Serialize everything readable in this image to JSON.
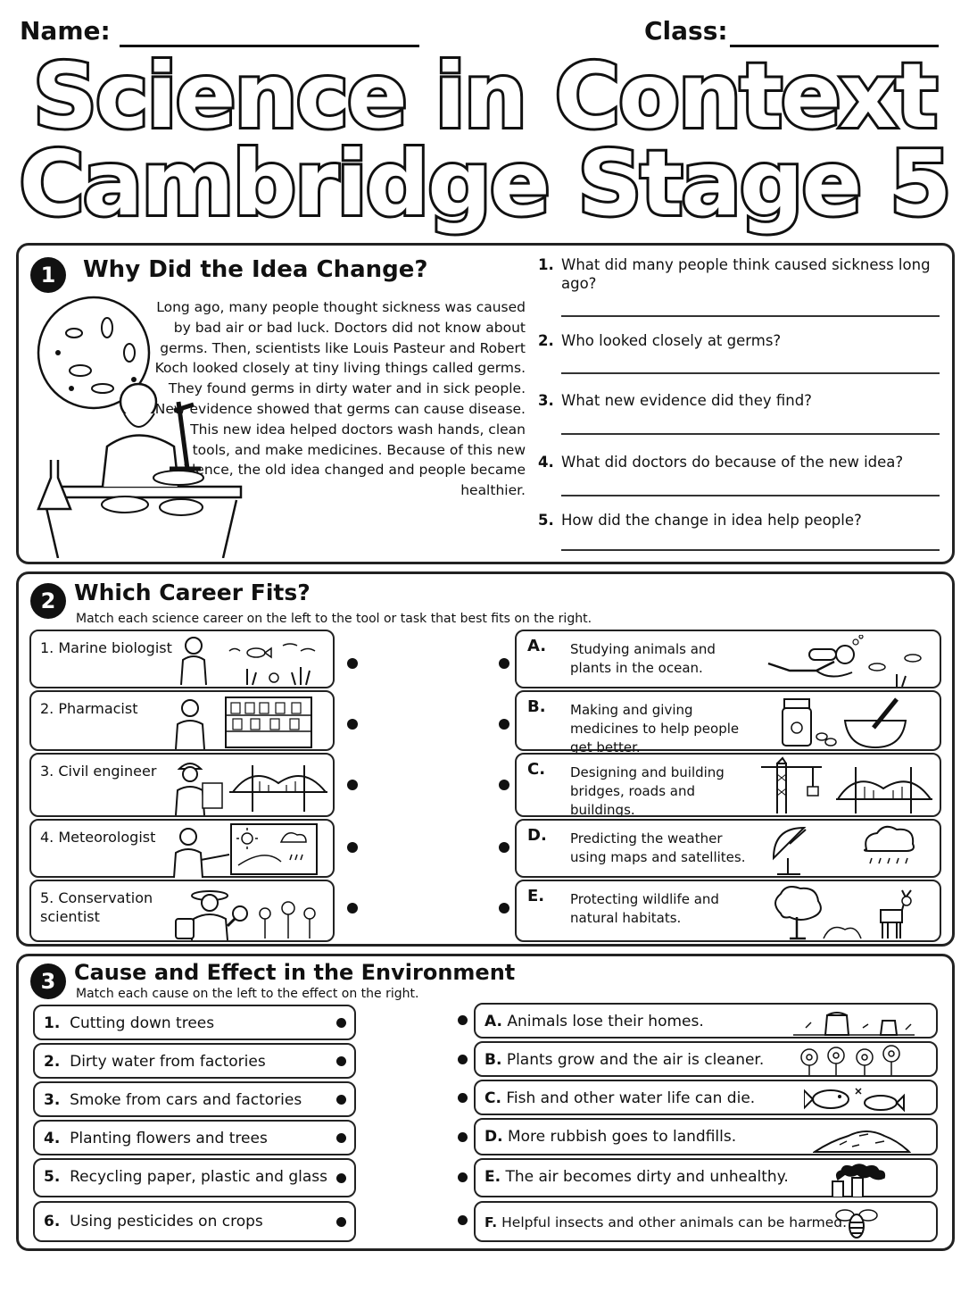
{
  "header": {
    "name_label": "Name:",
    "class_label": "Class:",
    "title_line1": "Science in Context",
    "title_line2": "Cambridge Stage 5"
  },
  "section1": {
    "number": "1",
    "title": "Why Did the Idea Change?",
    "passage": "Long ago, many people thought sickness was caused by bad air or bad luck. Doctors did not know about germs. Then, scientists like Louis Pasteur and Robert Koch looked closely at tiny living things called germs. They found germs in dirty water and in sick people. New evidence showed that germs can cause disease. This new idea helped doctors wash hands, clean tools, and make medicines. Because of this new evidence, the old idea changed and people became healthier.",
    "questions": [
      {
        "n": "1.",
        "text": "What did many people think caused sickness long ago?"
      },
      {
        "n": "2.",
        "text": "Who looked closely at germs?"
      },
      {
        "n": "3.",
        "text": "What new evidence did they find?"
      },
      {
        "n": "4.",
        "text": "What did doctors do because of the new idea?"
      },
      {
        "n": "5.",
        "text": "How did the change in idea help people?"
      }
    ],
    "icon": "scientist-microscope-icon"
  },
  "section2": {
    "number": "2",
    "title": "Which Career Fits?",
    "instruction": "Match each science career on the left to the tool or task that best fits on the right.",
    "careers": [
      {
        "label": "1.  Marine biologist",
        "icon": "marine-biologist-icon"
      },
      {
        "label": "2.  Pharmacist",
        "icon": "pharmacist-icon"
      },
      {
        "label": "3.  Civil engineer",
        "icon": "civil-engineer-icon"
      },
      {
        "label": "4.  Meteorologist",
        "icon": "meteorologist-icon"
      },
      {
        "label": "5.  Conservation scientist",
        "icon": "conservation-scientist-icon"
      }
    ],
    "tasks": [
      {
        "letter": "A.",
        "text": "Studying animals and plants in the ocean.",
        "icon": "diver-icon"
      },
      {
        "letter": "B.",
        "text": "Making and giving medicines to help people get better.",
        "icon": "medicine-icon"
      },
      {
        "letter": "C.",
        "text": "Designing and building bridges, roads and buildings.",
        "icon": "crane-bridge-icon"
      },
      {
        "letter": "D.",
        "text": "Predicting the weather using maps and satellites.",
        "icon": "satellite-cloud-icon"
      },
      {
        "letter": "E.",
        "text": "Protecting wildlife and natural habitats.",
        "icon": "tree-deer-icon"
      }
    ]
  },
  "section3": {
    "number": "3",
    "title": "Cause and Effect in the Environment",
    "instruction": "Match each cause on the left to the effect on the right.",
    "causes": [
      {
        "n": "1.",
        "text": "Cutting down trees"
      },
      {
        "n": "2.",
        "text": "Dirty water from factories"
      },
      {
        "n": "3.",
        "text": "Smoke from cars and factories"
      },
      {
        "n": "4.",
        "text": "Planting flowers and trees"
      },
      {
        "n": "5.",
        "text": "Recycling paper, plastic and glass"
      },
      {
        "n": "6.",
        "text": "Using pesticides on crops"
      }
    ],
    "effects": [
      {
        "n": "A.",
        "text": "Animals lose their homes.",
        "icon": "tree-stump-icon"
      },
      {
        "n": "B.",
        "text": "Plants grow and the air is cleaner.",
        "icon": "flowers-icon"
      },
      {
        "n": "C.",
        "text": "Fish and other water life can die.",
        "icon": "fish-icon"
      },
      {
        "n": "D.",
        "text": "More rubbish goes to landfills.",
        "icon": "landfill-icon"
      },
      {
        "n": "E.",
        "text": "The air becomes dirty and unhealthy.",
        "icon": "factory-smoke-icon"
      },
      {
        "n": "F.",
        "text": "Helpful insects and other animals can be harmed.",
        "icon": "bee-icon"
      }
    ]
  }
}
